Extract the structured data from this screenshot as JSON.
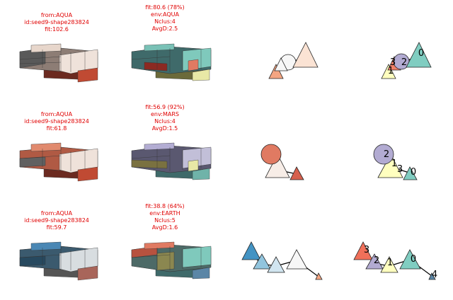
{
  "rows": [
    {
      "source_caption": [
        "from:AQUA",
        "id:seed9-shape283824",
        "fit:102.6"
      ],
      "result_caption": [
        "fit:80.6 (78%)",
        "env:AQUA",
        "Nclus:4",
        "AvgD:2.5"
      ],
      "node_labels": [
        "3",
        "2",
        "1",
        "0"
      ]
    },
    {
      "source_caption": [
        "from:AQUA",
        "id:seed9-shape283824",
        "fit:61.8"
      ],
      "result_caption": [
        "fit:56.9 (92%)",
        "env:MARS",
        "Nclus:4",
        "AvgD:1.5"
      ],
      "node_labels": [
        "2",
        "1",
        "3",
        "0"
      ]
    },
    {
      "source_caption": [
        "from:AQUA",
        "id:seed9-shape283824",
        "fit:59.7"
      ],
      "result_caption": [
        "fit:38.8 (64%)",
        "env:EARTH",
        "Nclus:5",
        "AvgD:1.6"
      ],
      "node_labels": [
        "3",
        "2",
        "1",
        "0",
        "4"
      ]
    }
  ],
  "colors": {
    "caption": "#e00000",
    "salmon": "#f4a582",
    "peach": "#fbe3d4",
    "light": "#f7f7f7",
    "grey": "#8c8c8c",
    "darkred": "#b2182b",
    "teal": "#80cdc1",
    "darkteal": "#35978f",
    "lavender": "#b2abd2",
    "yellow": "#ffffbf",
    "blue": "#4393c3",
    "lightblue": "#92c5de",
    "red": "#d6604d"
  }
}
